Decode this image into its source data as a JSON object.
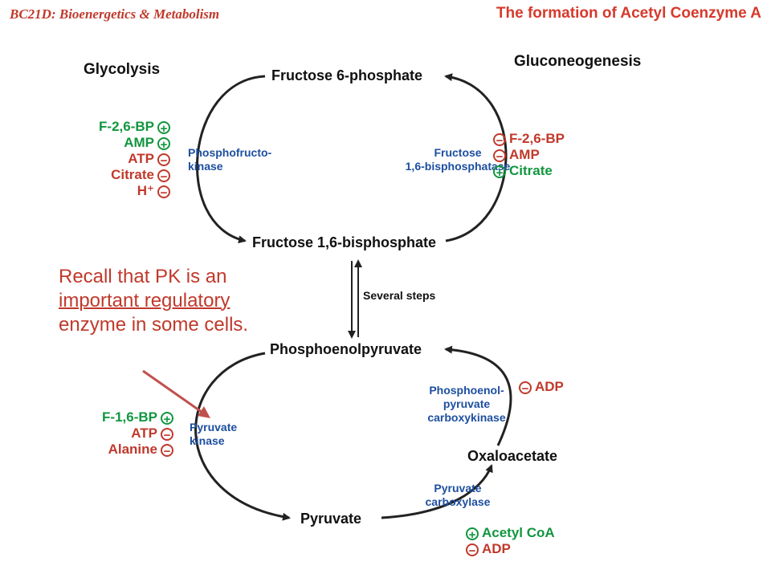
{
  "header": {
    "course": "BC21D: Bioenergetics & Metabolism",
    "title": "The formation of Acetyl Coenzyme A"
  },
  "sections": {
    "glycolysis": "Glycolysis",
    "gluconeogenesis": "Gluconeogenesis"
  },
  "compounds": {
    "f6p": "Fructose 6-phosphate",
    "f16bp": "Fructose 1,6-bisphosphate",
    "pep": "Phosphoenolpyruvate",
    "oaa": "Oxaloacetate",
    "pyruvate": "Pyruvate"
  },
  "enzymes": {
    "pfk": "Phosphofructo-\nkinase",
    "fbpase": "Fructose\n1,6-bisphosphatase",
    "pepck": "Phosphoenol-\npyruvate\ncarboxykinase",
    "pk": "Pyruvate\nkinase",
    "pc": "Pyruvate\ncarboxylase"
  },
  "steps_label": "Several steps",
  "effectors": {
    "pfk": [
      {
        "name": "F-2,6-BP",
        "sign": "+"
      },
      {
        "name": "AMP",
        "sign": "+"
      },
      {
        "name": "ATP",
        "sign": "-"
      },
      {
        "name": "Citrate",
        "sign": "-"
      },
      {
        "name": "H⁺",
        "sign": "-"
      }
    ],
    "fbpase": [
      {
        "name": "F-2,6-BP",
        "sign": "-"
      },
      {
        "name": "AMP",
        "sign": "-"
      },
      {
        "name": "Citrate",
        "sign": "+"
      }
    ],
    "pepck": [
      {
        "name": "ADP",
        "sign": "-"
      }
    ],
    "pk": [
      {
        "name": "F-1,6-BP",
        "sign": "+"
      },
      {
        "name": "ATP",
        "sign": "-"
      },
      {
        "name": "Alanine",
        "sign": "-"
      }
    ],
    "pc": [
      {
        "name": "Acetyl CoA",
        "sign": "+"
      },
      {
        "name": "ADP",
        "sign": "-"
      }
    ]
  },
  "note": {
    "part1": "Recall that PK is an",
    "underlined": "important regulatory",
    "part2": "enzyme in some cells."
  },
  "colors": {
    "header": "#c0392b",
    "activator": "#11963f",
    "inhibitor": "#c0392b",
    "enzyme": "#1d4fa0"
  }
}
